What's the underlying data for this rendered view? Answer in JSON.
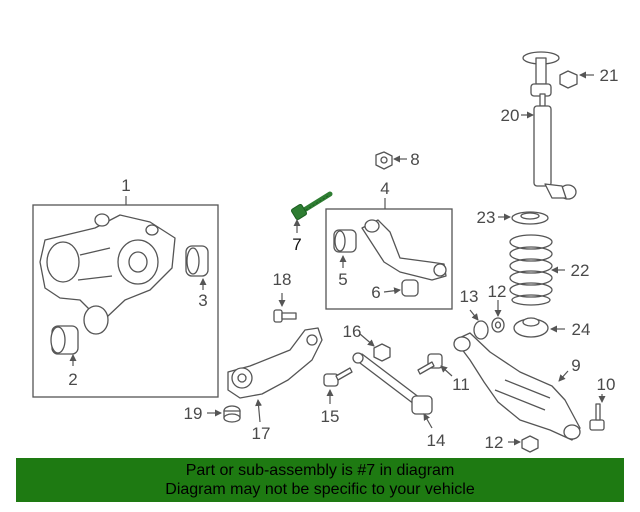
{
  "diagram": {
    "callouts": {
      "c1": "1",
      "c2": "2",
      "c3": "3",
      "c4": "4",
      "c5": "5",
      "c6": "6",
      "c7": "7",
      "c8": "8",
      "c9": "9",
      "c10": "10",
      "c11": "11",
      "c12a": "12",
      "c12b": "12",
      "c13": "13",
      "c14": "14",
      "c15": "15",
      "c16": "16",
      "c17": "17",
      "c18": "18",
      "c19": "19",
      "c20": "20",
      "c21": "21",
      "c22": "22",
      "c23": "23",
      "c24": "24"
    },
    "highlight_part": "7",
    "highlight_color": "#2e7d32"
  },
  "banner": {
    "line1": "Part or sub-assembly is #7 in diagram",
    "line2": "Diagram may not be specific to your vehicle",
    "background": "#1e7a12",
    "text_color": "#000000"
  }
}
